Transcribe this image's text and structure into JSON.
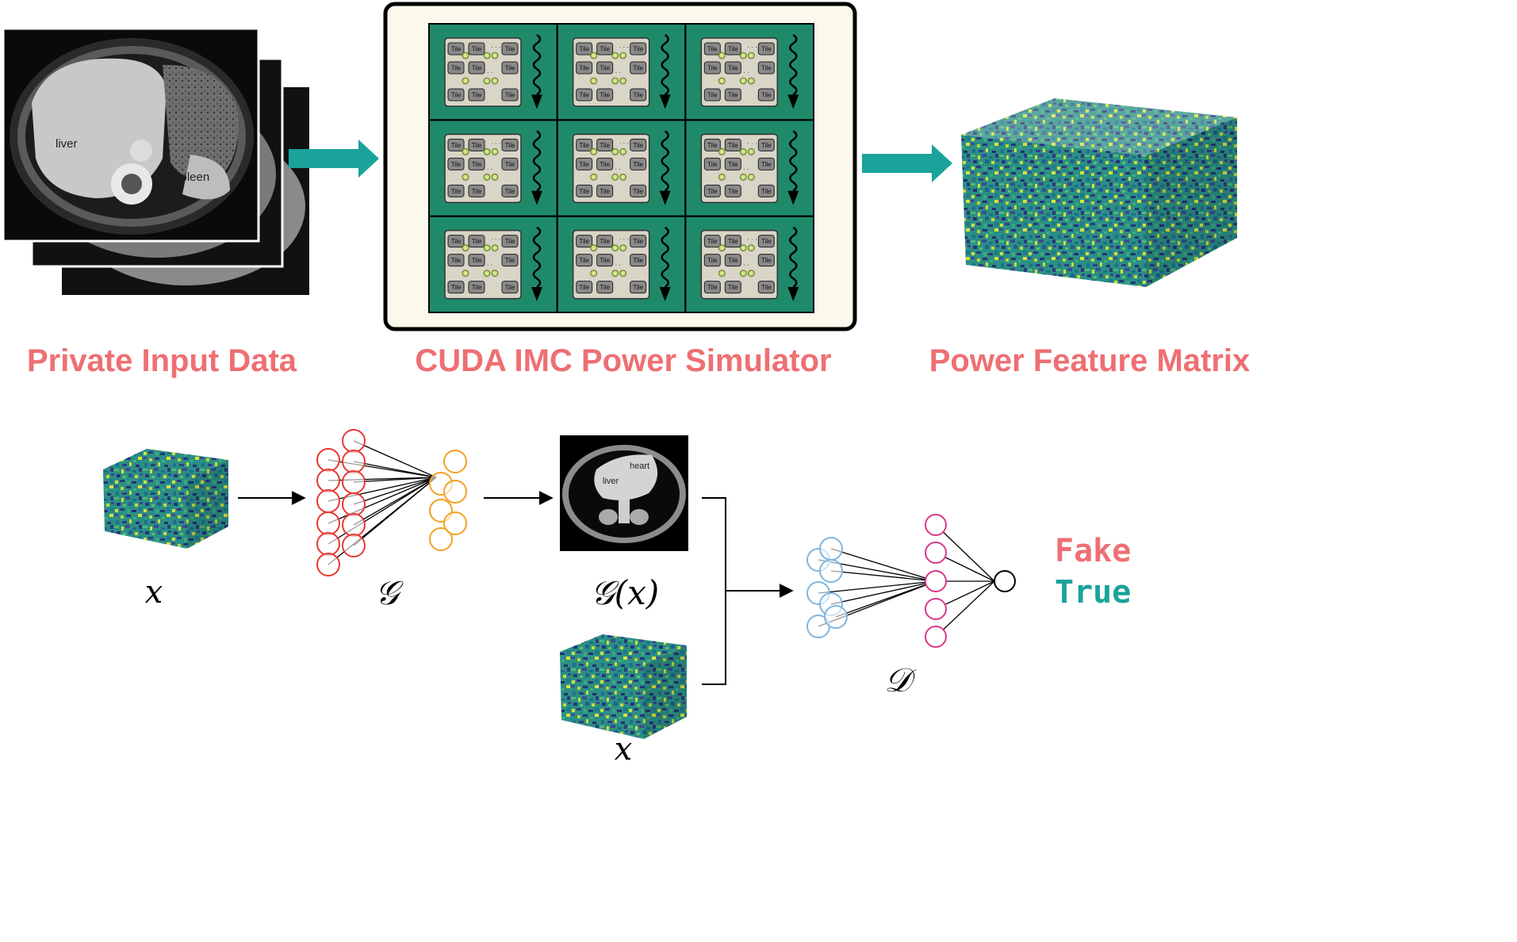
{
  "pipeline": {
    "input_label": "Private Input Data",
    "simulator_label": "CUDA IMC Power Simulator",
    "output_label": "Power Feature Matrix",
    "ct_labels": {
      "liver": "liver",
      "spleen": "spleen"
    },
    "tile_text": "Tile",
    "grid": {
      "rows": 3,
      "cols": 3
    }
  },
  "gan": {
    "input_symbol": "x",
    "generator_symbol": "𝒢",
    "generated_symbol": "𝒢(x)",
    "real_symbol": "x",
    "discriminator_symbol": "𝒟",
    "generated_ct_labels": {
      "heart": "heart",
      "liver": "liver"
    },
    "outputs": {
      "fake": "Fake",
      "true": "True"
    }
  },
  "colors": {
    "title": "#ee6f73",
    "arrow": "#1aa39a",
    "board": "#1f8a6a",
    "frame_bg": "#fbf8ec",
    "gen_input_layer": "#e53935",
    "gen_output_layer": "#f2a21f",
    "disc_input_layer": "#7fb6e0",
    "disc_hidden_layer": "#d63a8c",
    "fake": "#ee6f73",
    "true": "#1aa39a"
  }
}
